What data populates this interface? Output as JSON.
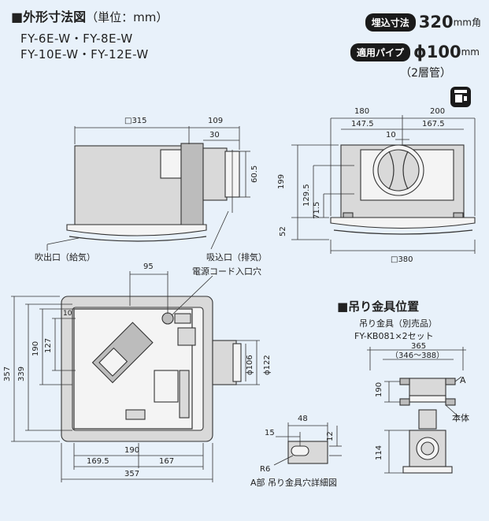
{
  "header": {
    "title": "■外形寸法図",
    "title_unit": "（単位：mm）",
    "model_line1": "FY-6E-W・FY-8E-W",
    "model_line2": "FY-10E-W・FY-12E-W"
  },
  "specs": {
    "embed_label": "埋込寸法",
    "embed_value": "320",
    "embed_unit": "mm角",
    "pipe_label": "適用パイプ",
    "pipe_value": "ϕ100",
    "pipe_unit": "mm",
    "pipe_note": "（2層管）"
  },
  "icons": {
    "install_icon": "ceiling-mount-icon"
  },
  "side_view": {
    "width": "□315",
    "duct_offset": "109",
    "duct_30": "30",
    "duct_60_5": "60.5",
    "outlet_label": "吹出口（給気）",
    "inlet_label": "吸込口（排気）"
  },
  "front_view": {
    "d180": "180",
    "d200": "200",
    "d147_5": "147.5",
    "d167_5": "167.5",
    "d10": "10",
    "h199": "199",
    "h52": "52",
    "h129_5": "129.5",
    "h71_5": "71.5",
    "w380": "□380"
  },
  "plan_view": {
    "d95": "95",
    "cord_label": "電源コード入口穴",
    "h357": "357",
    "h339": "339",
    "h190": "190",
    "h127": "127",
    "h10": "10",
    "dia106": "ϕ106",
    "dia122": "ϕ122",
    "w190": "190",
    "w169_5": "169.5",
    "w167": "167",
    "w357": "357"
  },
  "detail_a": {
    "d48": "48",
    "d15": "15",
    "d12": "12",
    "r6": "R6",
    "caption": "A部 吊り金具穴詳細図"
  },
  "hanger": {
    "section_title": "■吊り金具位置",
    "part_label": "吊り金具（別売品）",
    "part_no": "FY-KB081×2セット",
    "d365": "365",
    "d346_388": "（346～388）",
    "a_label": "A",
    "h190": "190",
    "body_label": "本体",
    "h114": "114"
  }
}
